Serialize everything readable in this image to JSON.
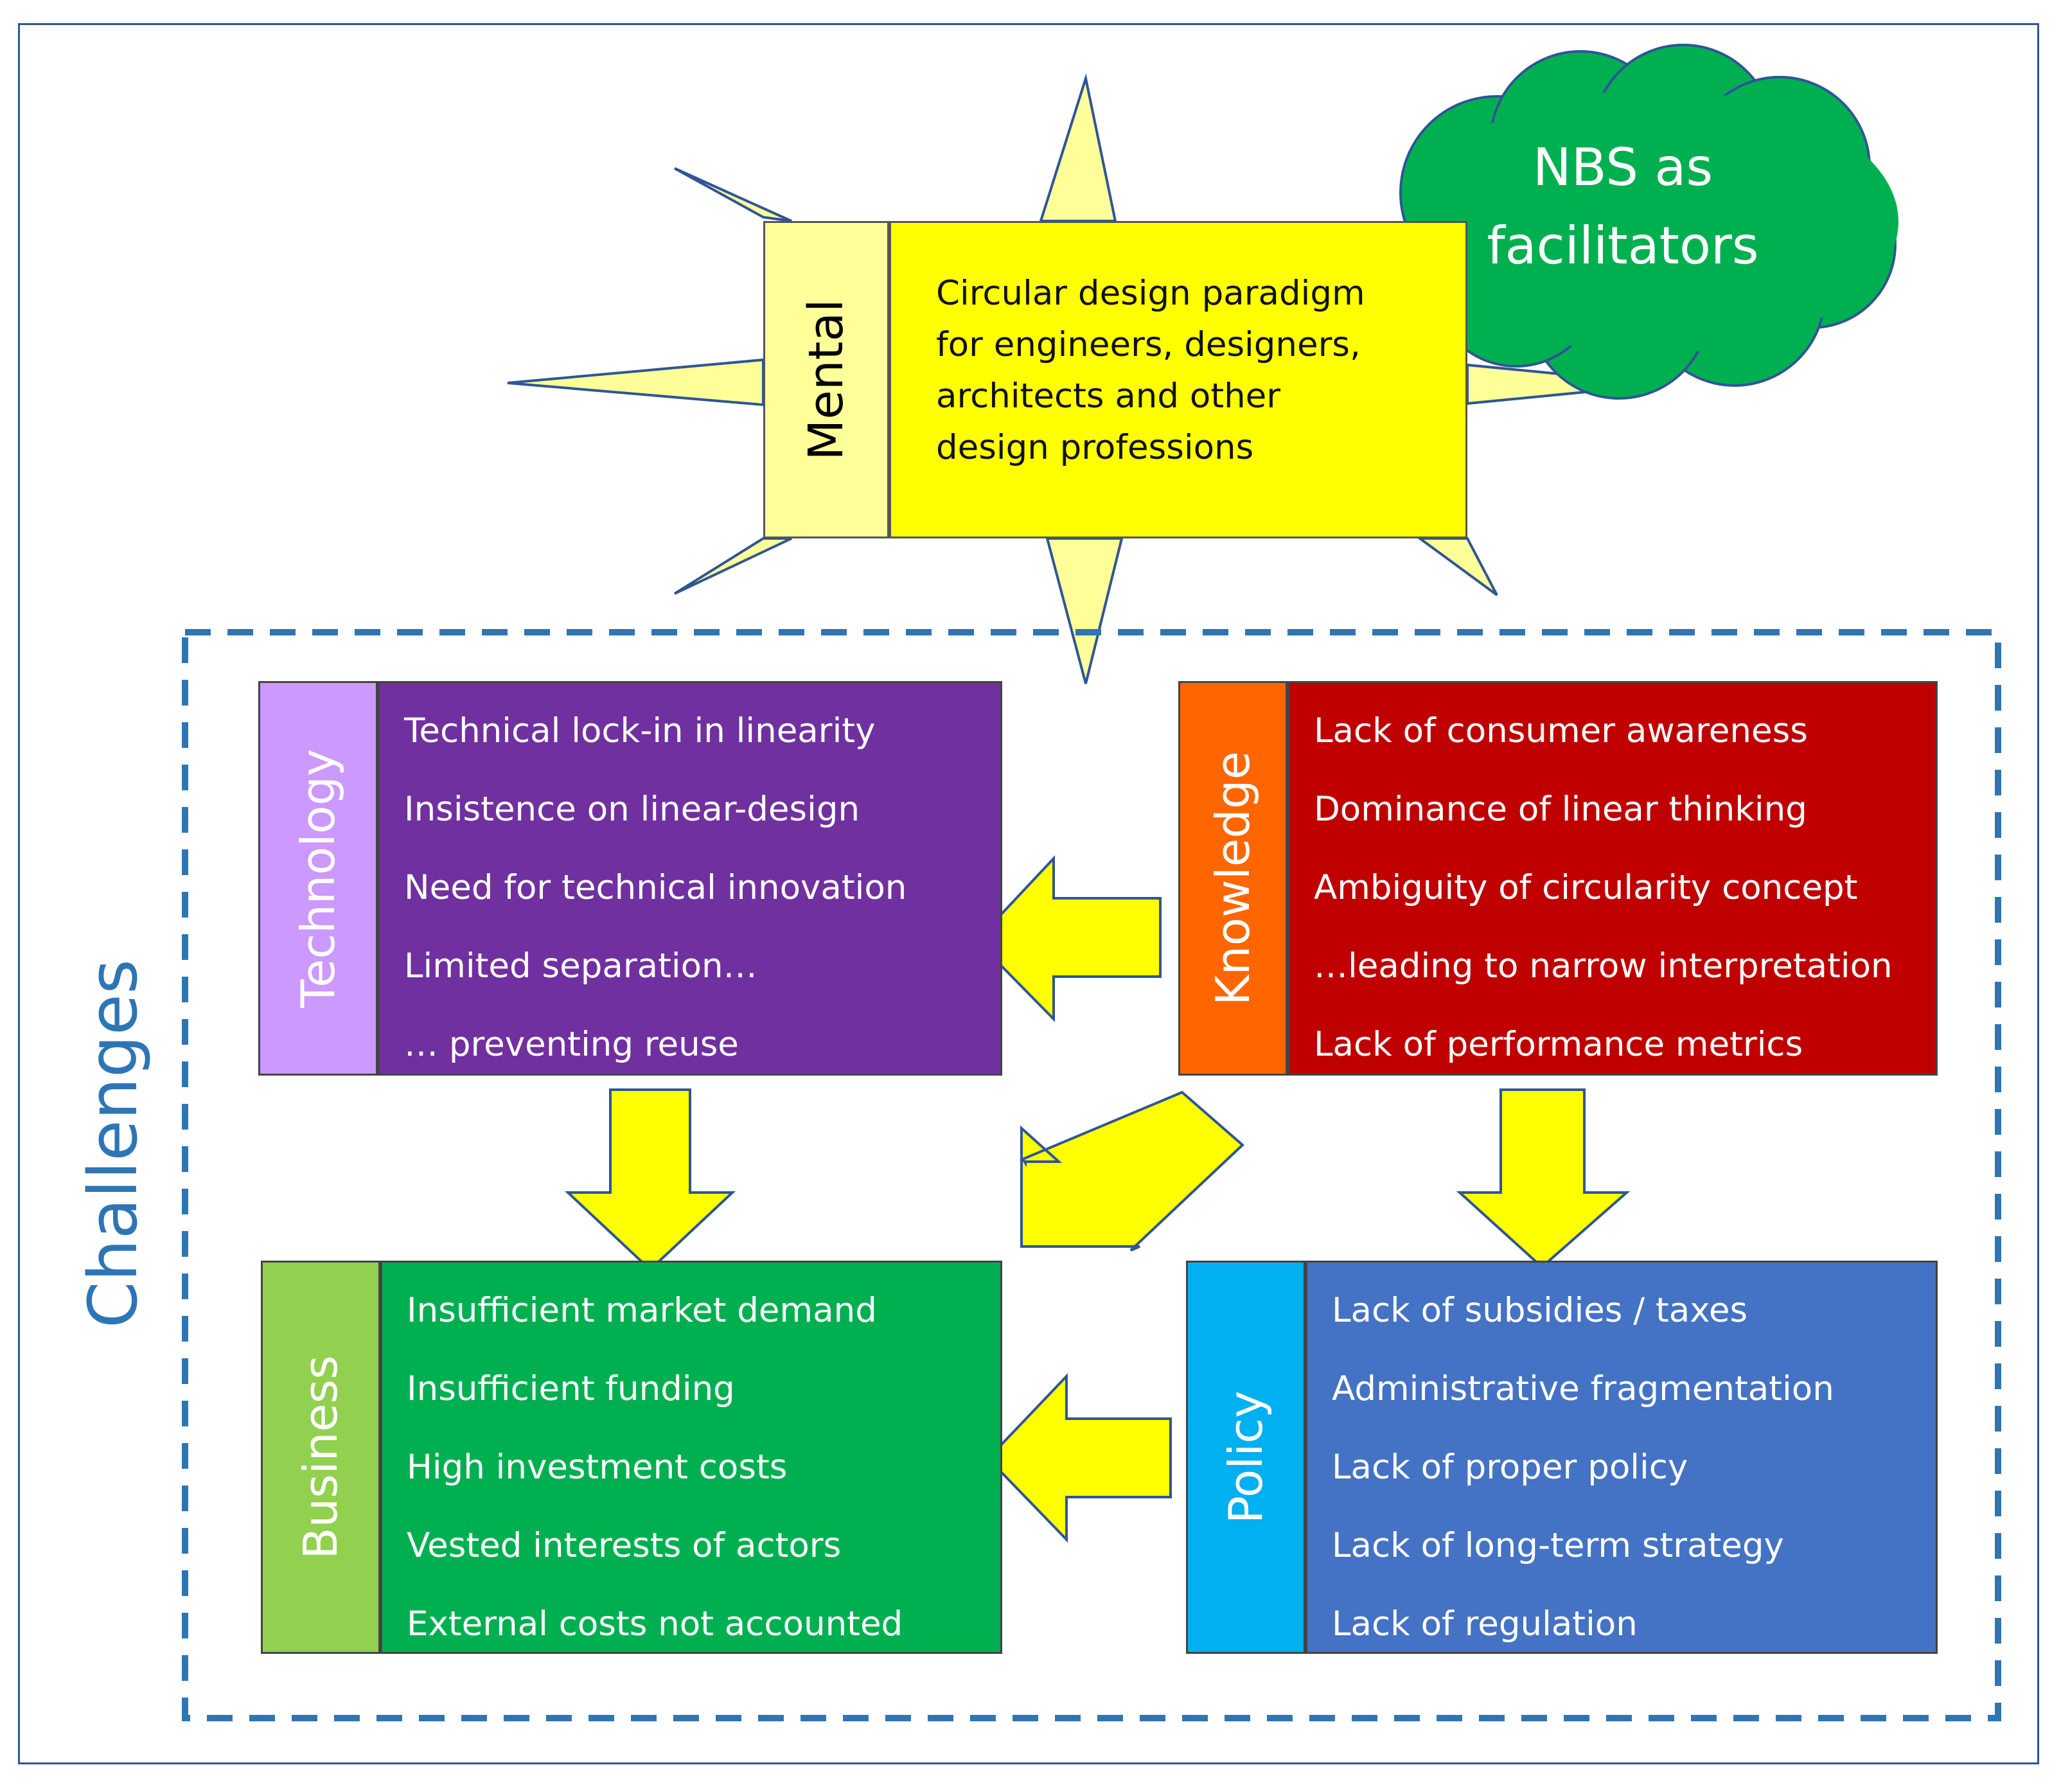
{
  "colors": {
    "frame": "#2f5597",
    "dashed_border": "#2e75b6",
    "arrow_fill": "#ffff00",
    "star_fill": "#ffff99",
    "cloud_fill": "#00b050"
  },
  "mental": {
    "label": "Mental",
    "text_lines": [
      "Circular design paradigm",
      "for engineers, designers,",
      "architects and other",
      "design professions"
    ]
  },
  "cloud": {
    "line1": "NBS as",
    "line2": "facilitators"
  },
  "challenges_label": "Challenges",
  "boxes": {
    "technology": {
      "label": "Technology",
      "tab_color": "#cc99ff",
      "body_color": "#7030a0",
      "items": [
        "Technical lock-in in linearity",
        "Insistence on linear-design",
        "Need for technical innovation",
        "Limited separation…",
        "… preventing reuse"
      ]
    },
    "knowledge": {
      "label": "Knowledge",
      "tab_color": "#ff6600",
      "body_color": "#c00000",
      "items": [
        "Lack of consumer awareness",
        "Dominance of linear thinking",
        "Ambiguity of circularity concept",
        "…leading to narrow interpretation",
        "Lack of performance metrics"
      ]
    },
    "business": {
      "label": "Business",
      "tab_color": "#92d050",
      "body_color": "#00b050",
      "items": [
        "Insufficient market demand",
        "Insufficient funding",
        "High investment costs",
        "Vested interests of actors",
        "External costs not accounted"
      ]
    },
    "policy": {
      "label": "Policy",
      "tab_color": "#00b0f0",
      "body_color": "#4472c4",
      "items": [
        "Lack of subsidies / taxes",
        "Administrative fragmentation",
        "Lack of proper policy",
        "Lack of long-term strategy",
        "Lack of regulation"
      ]
    }
  }
}
